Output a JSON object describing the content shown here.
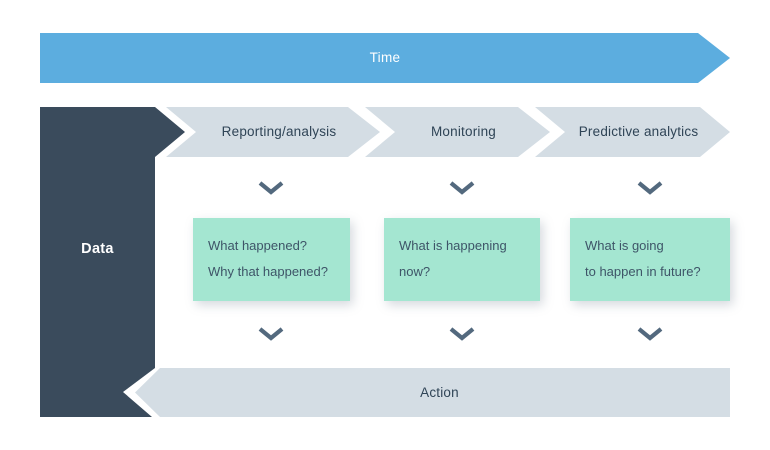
{
  "diagram": {
    "time_arrow": {
      "label": "Time"
    },
    "data_block": {
      "label": "Data"
    },
    "stages": [
      {
        "label": "Reporting/analysis",
        "question_lines": [
          "What happened?",
          "Why that happened?"
        ]
      },
      {
        "label": "Monitoring",
        "question_lines": [
          "What is happening",
          "now?"
        ]
      },
      {
        "label": "Predictive analytics",
        "question_lines": [
          "What is going",
          "to happen in future?"
        ]
      }
    ],
    "action_arrow": {
      "label": "Action"
    },
    "colors": {
      "time_arrow_blue": "#5CADDF",
      "data_block_dark": "#3A4B5C",
      "stage_arrow_gray": "#D4DDE4",
      "question_box_green": "#A4E6D1",
      "chevron_icon": "#53697E",
      "arrow_label_text": "#2F4456",
      "question_text": "#3E5568",
      "background": "#FFFFFF"
    }
  }
}
